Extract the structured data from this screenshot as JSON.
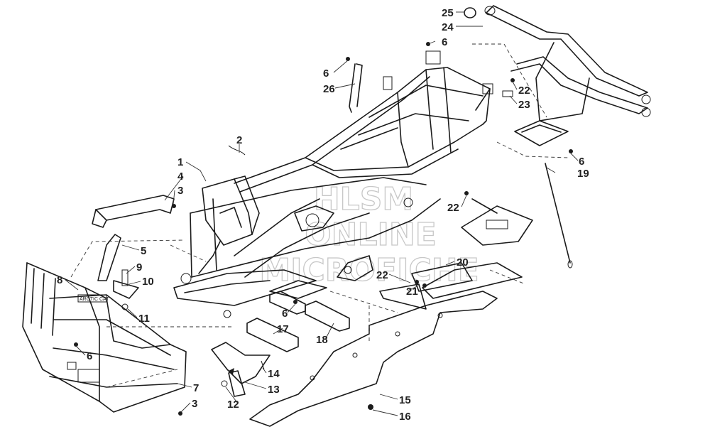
{
  "watermark": {
    "line1": "HLSM",
    "line2": "ONLINE",
    "line3": "MICROFICHE"
  },
  "callouts": {
    "c25": "25",
    "c24": "24",
    "c6a": "6",
    "c6b": "6",
    "c26": "26",
    "c22a": "22",
    "c23": "23",
    "c2": "2",
    "c1": "1",
    "c4": "4",
    "c3a": "3",
    "c6c": "6",
    "c19": "19",
    "c22b": "22",
    "c5": "5",
    "c9": "9",
    "c10": "10",
    "c8": "8",
    "c11": "11",
    "c20": "20",
    "c22c": "22",
    "c21": "21",
    "c6d": "6",
    "c17": "17",
    "c18": "18",
    "c6e": "6",
    "c14": "14",
    "c13": "13",
    "c7": "7",
    "c12": "12",
    "c3b": "3",
    "c15": "15",
    "c16": "16"
  },
  "bumper_decal": "ARCTIC CAT"
}
